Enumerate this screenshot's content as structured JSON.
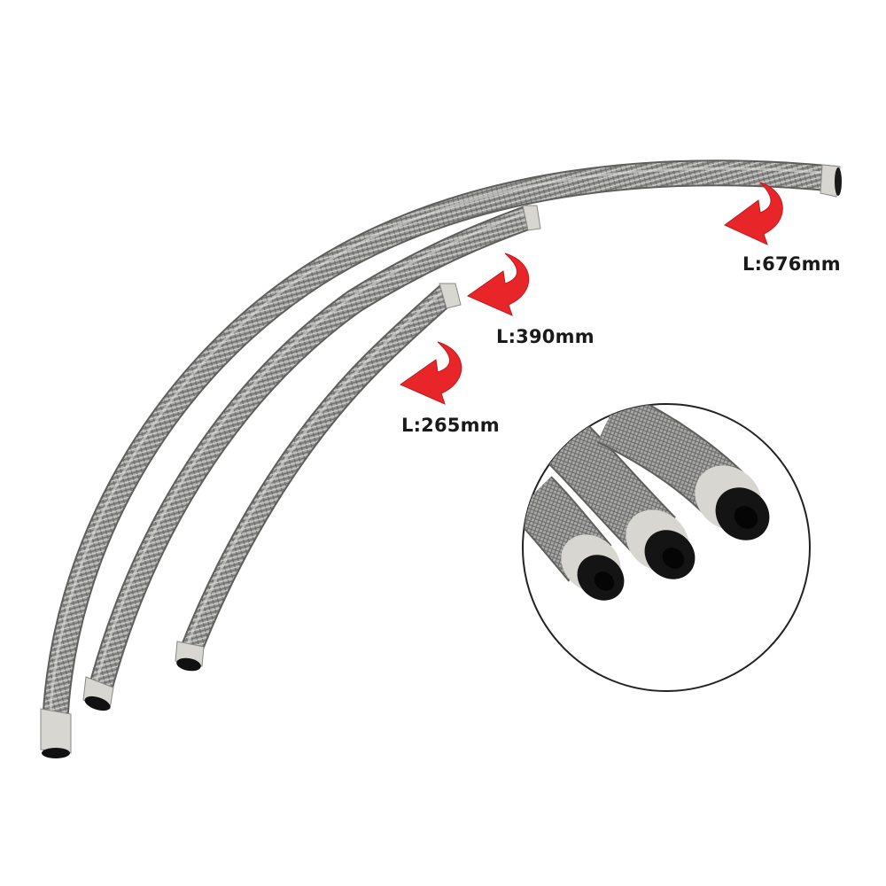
{
  "hoses": [
    {
      "name": "long hose",
      "length_label": "L:676mm"
    },
    {
      "name": "medium hose",
      "length_label": "L:390mm"
    },
    {
      "name": "short hose",
      "length_label": "L:265mm"
    }
  ],
  "inset": {
    "name": "hose end close-up",
    "hose_count": 3
  },
  "colors": {
    "background": "#ffffff",
    "braid": "#9a9a98",
    "braid_highlight": "#d4d4d2",
    "end_sleeve": "#d8d6d0",
    "rubber_core": "#111111",
    "arrow": "#e8262a",
    "label_text": "#1a1a1a",
    "inset_border": "#222222"
  },
  "icons": [
    "curved-arrow-icon"
  ]
}
